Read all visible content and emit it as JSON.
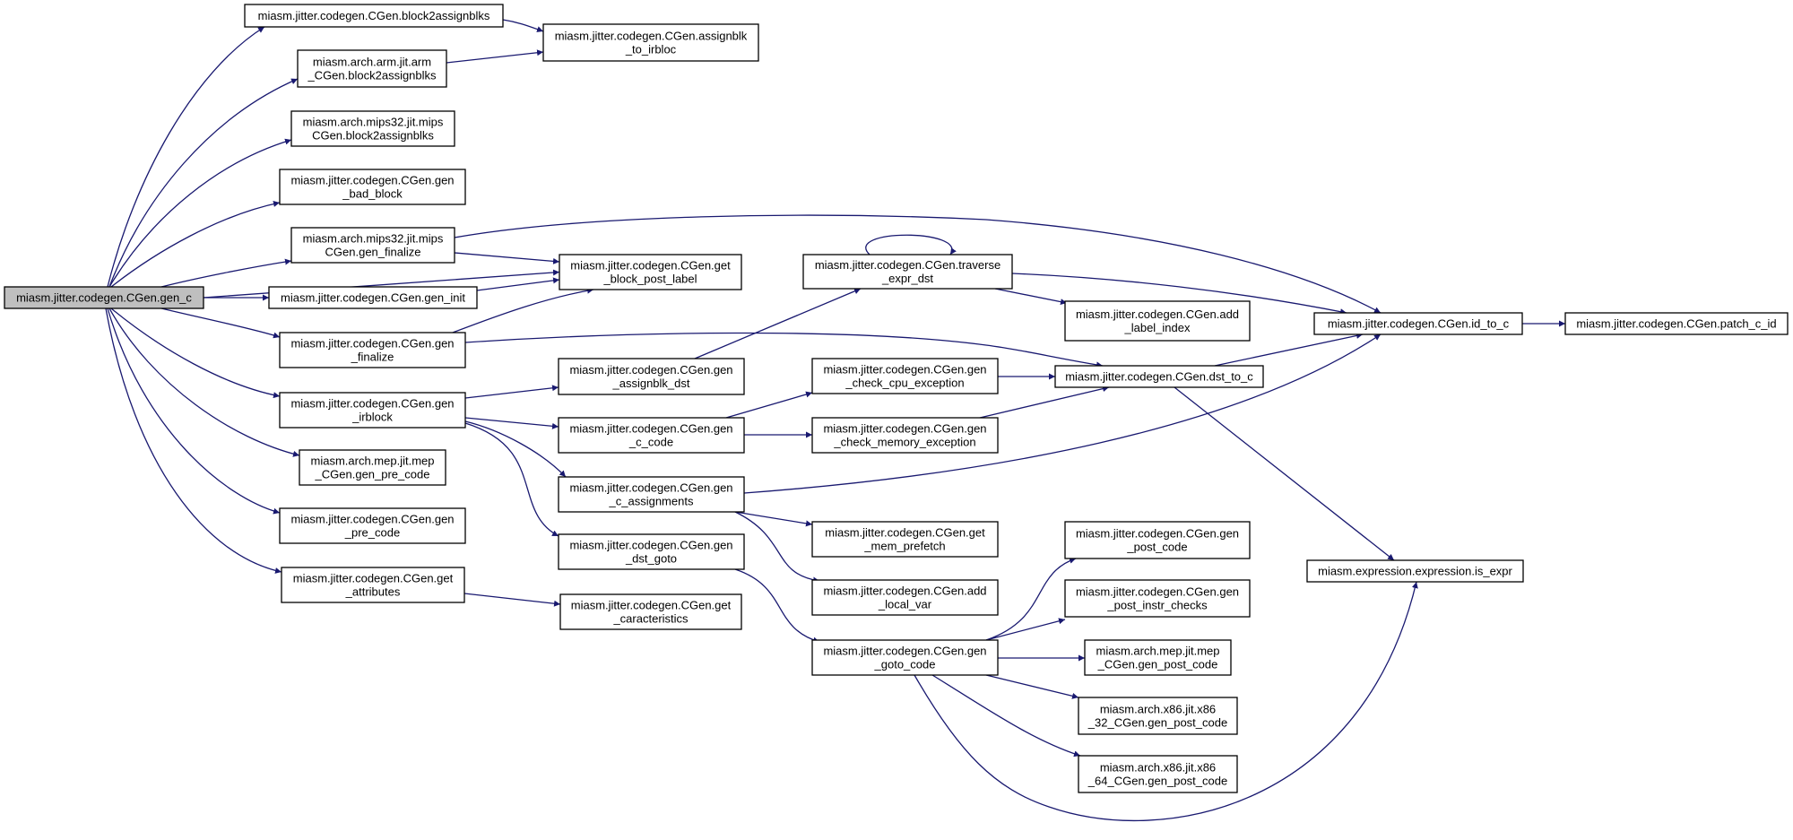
{
  "graph": {
    "kind": "call graph",
    "root": "gen_c",
    "edge_color": "#191970",
    "root_fill": "#bfbfbf",
    "nodes": [
      {
        "id": "gen_c",
        "lines": [
          "miasm.jitter.codegen.CGen.gen_c"
        ]
      },
      {
        "id": "block2assignblks",
        "lines": [
          "miasm.jitter.codegen.CGen.block2assignblks"
        ]
      },
      {
        "id": "assignblk_to_irbloc",
        "lines": [
          "miasm.jitter.codegen.CGen.assignblk",
          "_to_irbloc"
        ]
      },
      {
        "id": "arm_block2assignblks",
        "lines": [
          "miasm.arch.arm.jit.arm",
          "_CGen.block2assignblks"
        ]
      },
      {
        "id": "mips_block2assignblks",
        "lines": [
          "miasm.arch.mips32.jit.mips",
          "CGen.block2assignblks"
        ]
      },
      {
        "id": "gen_bad_block",
        "lines": [
          "miasm.jitter.codegen.CGen.gen",
          "_bad_block"
        ]
      },
      {
        "id": "mips_gen_finalize",
        "lines": [
          "miasm.arch.mips32.jit.mips",
          "CGen.gen_finalize"
        ]
      },
      {
        "id": "get_block_post_label",
        "lines": [
          "miasm.jitter.codegen.CGen.get",
          "_block_post_label"
        ]
      },
      {
        "id": "gen_init",
        "lines": [
          "miasm.jitter.codegen.CGen.gen_init"
        ]
      },
      {
        "id": "gen_finalize",
        "lines": [
          "miasm.jitter.codegen.CGen.gen",
          "_finalize"
        ]
      },
      {
        "id": "gen_irblock",
        "lines": [
          "miasm.jitter.codegen.CGen.gen",
          "_irblock"
        ]
      },
      {
        "id": "mep_gen_pre_code",
        "lines": [
          "miasm.arch.mep.jit.mep",
          "_CGen.gen_pre_code"
        ]
      },
      {
        "id": "gen_pre_code",
        "lines": [
          "miasm.jitter.codegen.CGen.gen",
          "_pre_code"
        ]
      },
      {
        "id": "get_attributes",
        "lines": [
          "miasm.jitter.codegen.CGen.get",
          "_attributes"
        ]
      },
      {
        "id": "gen_assignblk_dst",
        "lines": [
          "miasm.jitter.codegen.CGen.gen",
          "_assignblk_dst"
        ]
      },
      {
        "id": "gen_c_code",
        "lines": [
          "miasm.jitter.codegen.CGen.gen",
          "_c_code"
        ]
      },
      {
        "id": "gen_c_assignments",
        "lines": [
          "miasm.jitter.codegen.CGen.gen",
          "_c_assignments"
        ]
      },
      {
        "id": "gen_dst_goto",
        "lines": [
          "miasm.jitter.codegen.CGen.gen",
          "_dst_goto"
        ]
      },
      {
        "id": "get_caracteristics",
        "lines": [
          "miasm.jitter.codegen.CGen.get",
          "_caracteristics"
        ]
      },
      {
        "id": "traverse_expr_dst",
        "lines": [
          "miasm.jitter.codegen.CGen.traverse",
          "_expr_dst"
        ]
      },
      {
        "id": "add_label_index",
        "lines": [
          "miasm.jitter.codegen.CGen.add",
          "_label_index"
        ]
      },
      {
        "id": "gen_check_cpu_exception",
        "lines": [
          "miasm.jitter.codegen.CGen.gen",
          "_check_cpu_exception"
        ]
      },
      {
        "id": "gen_check_memory_exception",
        "lines": [
          "miasm.jitter.codegen.CGen.gen",
          "_check_memory_exception"
        ]
      },
      {
        "id": "dst_to_c",
        "lines": [
          "miasm.jitter.codegen.CGen.dst_to_c"
        ]
      },
      {
        "id": "id_to_c",
        "lines": [
          "miasm.jitter.codegen.CGen.id_to_c"
        ]
      },
      {
        "id": "patch_c_id",
        "lines": [
          "miasm.jitter.codegen.CGen.patch_c_id"
        ]
      },
      {
        "id": "get_mem_prefetch",
        "lines": [
          "miasm.jitter.codegen.CGen.get",
          "_mem_prefetch"
        ]
      },
      {
        "id": "add_local_var",
        "lines": [
          "miasm.jitter.codegen.CGen.add",
          "_local_var"
        ]
      },
      {
        "id": "gen_goto_code",
        "lines": [
          "miasm.jitter.codegen.CGen.gen",
          "_goto_code"
        ]
      },
      {
        "id": "gen_post_code",
        "lines": [
          "miasm.jitter.codegen.CGen.gen",
          "_post_code"
        ]
      },
      {
        "id": "gen_post_instr_checks",
        "lines": [
          "miasm.jitter.codegen.CGen.gen",
          "_post_instr_checks"
        ]
      },
      {
        "id": "mep_gen_post_code",
        "lines": [
          "miasm.arch.mep.jit.mep",
          "_CGen.gen_post_code"
        ]
      },
      {
        "id": "x86_32_gen_post_code",
        "lines": [
          "miasm.arch.x86.jit.x86",
          "_32_CGen.gen_post_code"
        ]
      },
      {
        "id": "x86_64_gen_post_code",
        "lines": [
          "miasm.arch.x86.jit.x86",
          "_64_CGen.gen_post_code"
        ]
      },
      {
        "id": "is_expr",
        "lines": [
          "miasm.expression.expression.is_expr"
        ]
      }
    ],
    "edges": [
      [
        "gen_c",
        "block2assignblks"
      ],
      [
        "gen_c",
        "arm_block2assignblks"
      ],
      [
        "gen_c",
        "mips_block2assignblks"
      ],
      [
        "gen_c",
        "gen_bad_block"
      ],
      [
        "gen_c",
        "mips_gen_finalize"
      ],
      [
        "gen_c",
        "gen_init"
      ],
      [
        "gen_c",
        "gen_finalize"
      ],
      [
        "gen_c",
        "get_block_post_label"
      ],
      [
        "gen_c",
        "gen_irblock"
      ],
      [
        "gen_c",
        "mep_gen_pre_code"
      ],
      [
        "gen_c",
        "gen_pre_code"
      ],
      [
        "gen_c",
        "get_attributes"
      ],
      [
        "block2assignblks",
        "assignblk_to_irbloc"
      ],
      [
        "arm_block2assignblks",
        "assignblk_to_irbloc"
      ],
      [
        "mips_gen_finalize",
        "get_block_post_label"
      ],
      [
        "mips_gen_finalize",
        "id_to_c"
      ],
      [
        "gen_init",
        "get_block_post_label"
      ],
      [
        "gen_finalize",
        "get_block_post_label"
      ],
      [
        "gen_finalize",
        "dst_to_c"
      ],
      [
        "gen_irblock",
        "gen_assignblk_dst"
      ],
      [
        "gen_irblock",
        "gen_c_code"
      ],
      [
        "gen_irblock",
        "gen_c_assignments"
      ],
      [
        "gen_irblock",
        "gen_dst_goto"
      ],
      [
        "get_attributes",
        "get_caracteristics"
      ],
      [
        "gen_assignblk_dst",
        "traverse_expr_dst"
      ],
      [
        "traverse_expr_dst",
        "traverse_expr_dst"
      ],
      [
        "traverse_expr_dst",
        "add_label_index"
      ],
      [
        "traverse_expr_dst",
        "id_to_c"
      ],
      [
        "gen_c_code",
        "gen_check_cpu_exception"
      ],
      [
        "gen_c_code",
        "gen_check_memory_exception"
      ],
      [
        "gen_check_cpu_exception",
        "dst_to_c"
      ],
      [
        "gen_check_memory_exception",
        "dst_to_c"
      ],
      [
        "dst_to_c",
        "id_to_c"
      ],
      [
        "dst_to_c",
        "is_expr"
      ],
      [
        "id_to_c",
        "patch_c_id"
      ],
      [
        "gen_c_assignments",
        "id_to_c"
      ],
      [
        "gen_c_assignments",
        "get_mem_prefetch"
      ],
      [
        "gen_c_assignments",
        "add_local_var"
      ],
      [
        "gen_dst_goto",
        "gen_goto_code"
      ],
      [
        "gen_goto_code",
        "gen_post_code"
      ],
      [
        "gen_goto_code",
        "gen_post_instr_checks"
      ],
      [
        "gen_goto_code",
        "mep_gen_post_code"
      ],
      [
        "gen_goto_code",
        "x86_32_gen_post_code"
      ],
      [
        "gen_goto_code",
        "x86_64_gen_post_code"
      ],
      [
        "gen_goto_code",
        "is_expr"
      ]
    ]
  }
}
